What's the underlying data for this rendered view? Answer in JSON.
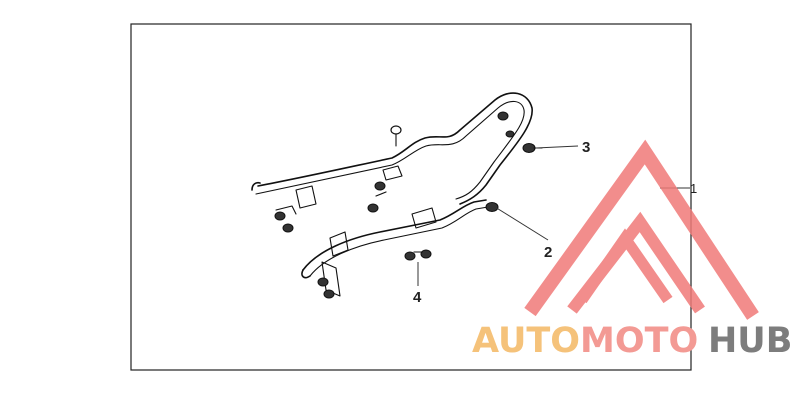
{
  "callouts": {
    "c1": "1",
    "c2": "2",
    "c3": "3",
    "c4": "4"
  },
  "watermark": {
    "logo_name": "automotohub-logo",
    "word_auto": "AUTO",
    "word_moto": "MOTO",
    "word_hub": "HUB",
    "colors": {
      "logo_red": "#f07a78",
      "auto_orange": "#f5c27a",
      "moto_pink": "#f39a94",
      "hub_gray": "#7d7d7d"
    }
  }
}
